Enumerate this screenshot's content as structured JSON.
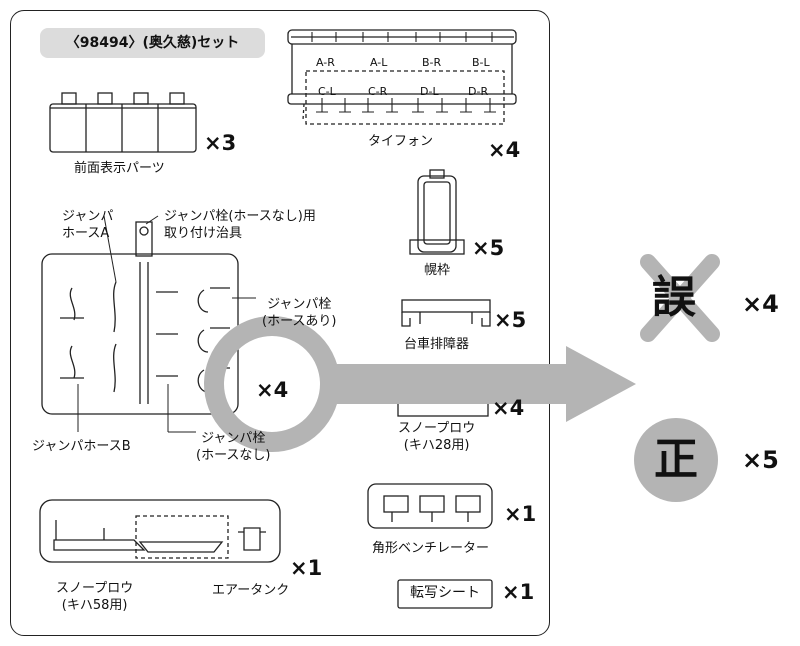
{
  "title": "〈98494〉(奥久慈)セット",
  "parts": {
    "typhoon": {
      "label": "タイフォン",
      "mult": "×4",
      "tags_top": [
        "A-R",
        "A-L",
        "B-R",
        "B-L"
      ],
      "tags_bottom": [
        "C-L",
        "C-R",
        "D-L",
        "D-R"
      ]
    },
    "front_display": {
      "label": "前面表示パーツ",
      "mult": "×3"
    },
    "frame": {
      "label": "幌枠",
      "mult": "×5"
    },
    "truck_guard": {
      "label": "台車排障器",
      "mult": "×5"
    },
    "jumper_hose_a": {
      "label_line1": "ジャンパ",
      "label_line2": "ホースA"
    },
    "jumper_jig": {
      "label_line1": "ジャンパ栓(ホースなし)用",
      "label_line2": "取り付け治具"
    },
    "jumper_plug_hose": {
      "label_line1": "ジャンパ栓",
      "label_line2": "(ホースあり)"
    },
    "jumper_runner": {
      "mult": "×4"
    },
    "jumper_hose_b": {
      "label": "ジャンパホースB"
    },
    "jumper_plug_nohose": {
      "label_line1": "ジャンパ栓",
      "label_line2": "(ホースなし)"
    },
    "snowplow_kiha28": {
      "label_line1": "スノープロウ",
      "label_line2": "(キハ28用)",
      "mult": "×4"
    },
    "ventilator": {
      "label": "角形ベンチレーター",
      "mult": "×1"
    },
    "snowplow_kiha58": {
      "label_line1": "スノープロウ",
      "label_line2": "(キハ58用)"
    },
    "air_tank": {
      "label": "エアータンク"
    },
    "runner_bottom": {
      "mult": "×1"
    },
    "decal": {
      "label": "転写シート",
      "mult": "×1"
    }
  },
  "correction": {
    "wrong": {
      "char": "誤",
      "mult": "×4"
    },
    "right": {
      "char": "正",
      "mult": "×5"
    }
  },
  "colors": {
    "accent_gray": "#b4b4b4",
    "ink": "#111111",
    "title_bg": "#dcdcdc"
  }
}
